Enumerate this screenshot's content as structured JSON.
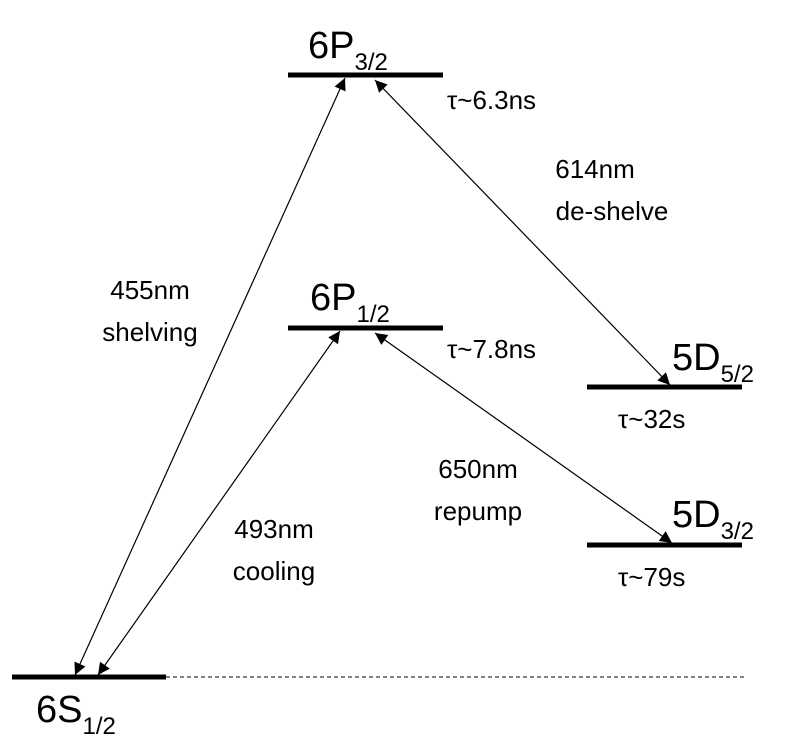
{
  "colors": {
    "line": "#000000",
    "background": "#ffffff"
  },
  "levels": {
    "p32": {
      "name": "6P",
      "sub": "3/2",
      "lifetime": "τ~6.3ns"
    },
    "p12": {
      "name": "6P",
      "sub": "1/2",
      "lifetime": "τ~7.8ns"
    },
    "d52": {
      "name": "5D",
      "sub": "5/2",
      "lifetime": "τ~32s"
    },
    "d32": {
      "name": "5D",
      "sub": "3/2",
      "lifetime": "τ~79s"
    },
    "s12": {
      "name": "6S",
      "sub": "1/2"
    }
  },
  "transitions": {
    "shelving": {
      "wavelength": "455nm",
      "label": "shelving"
    },
    "cooling": {
      "wavelength": "493nm",
      "label": "cooling"
    },
    "deshelve": {
      "wavelength": "614nm",
      "label": "de-shelve"
    },
    "repump": {
      "wavelength": "650nm",
      "label": "repump"
    }
  }
}
